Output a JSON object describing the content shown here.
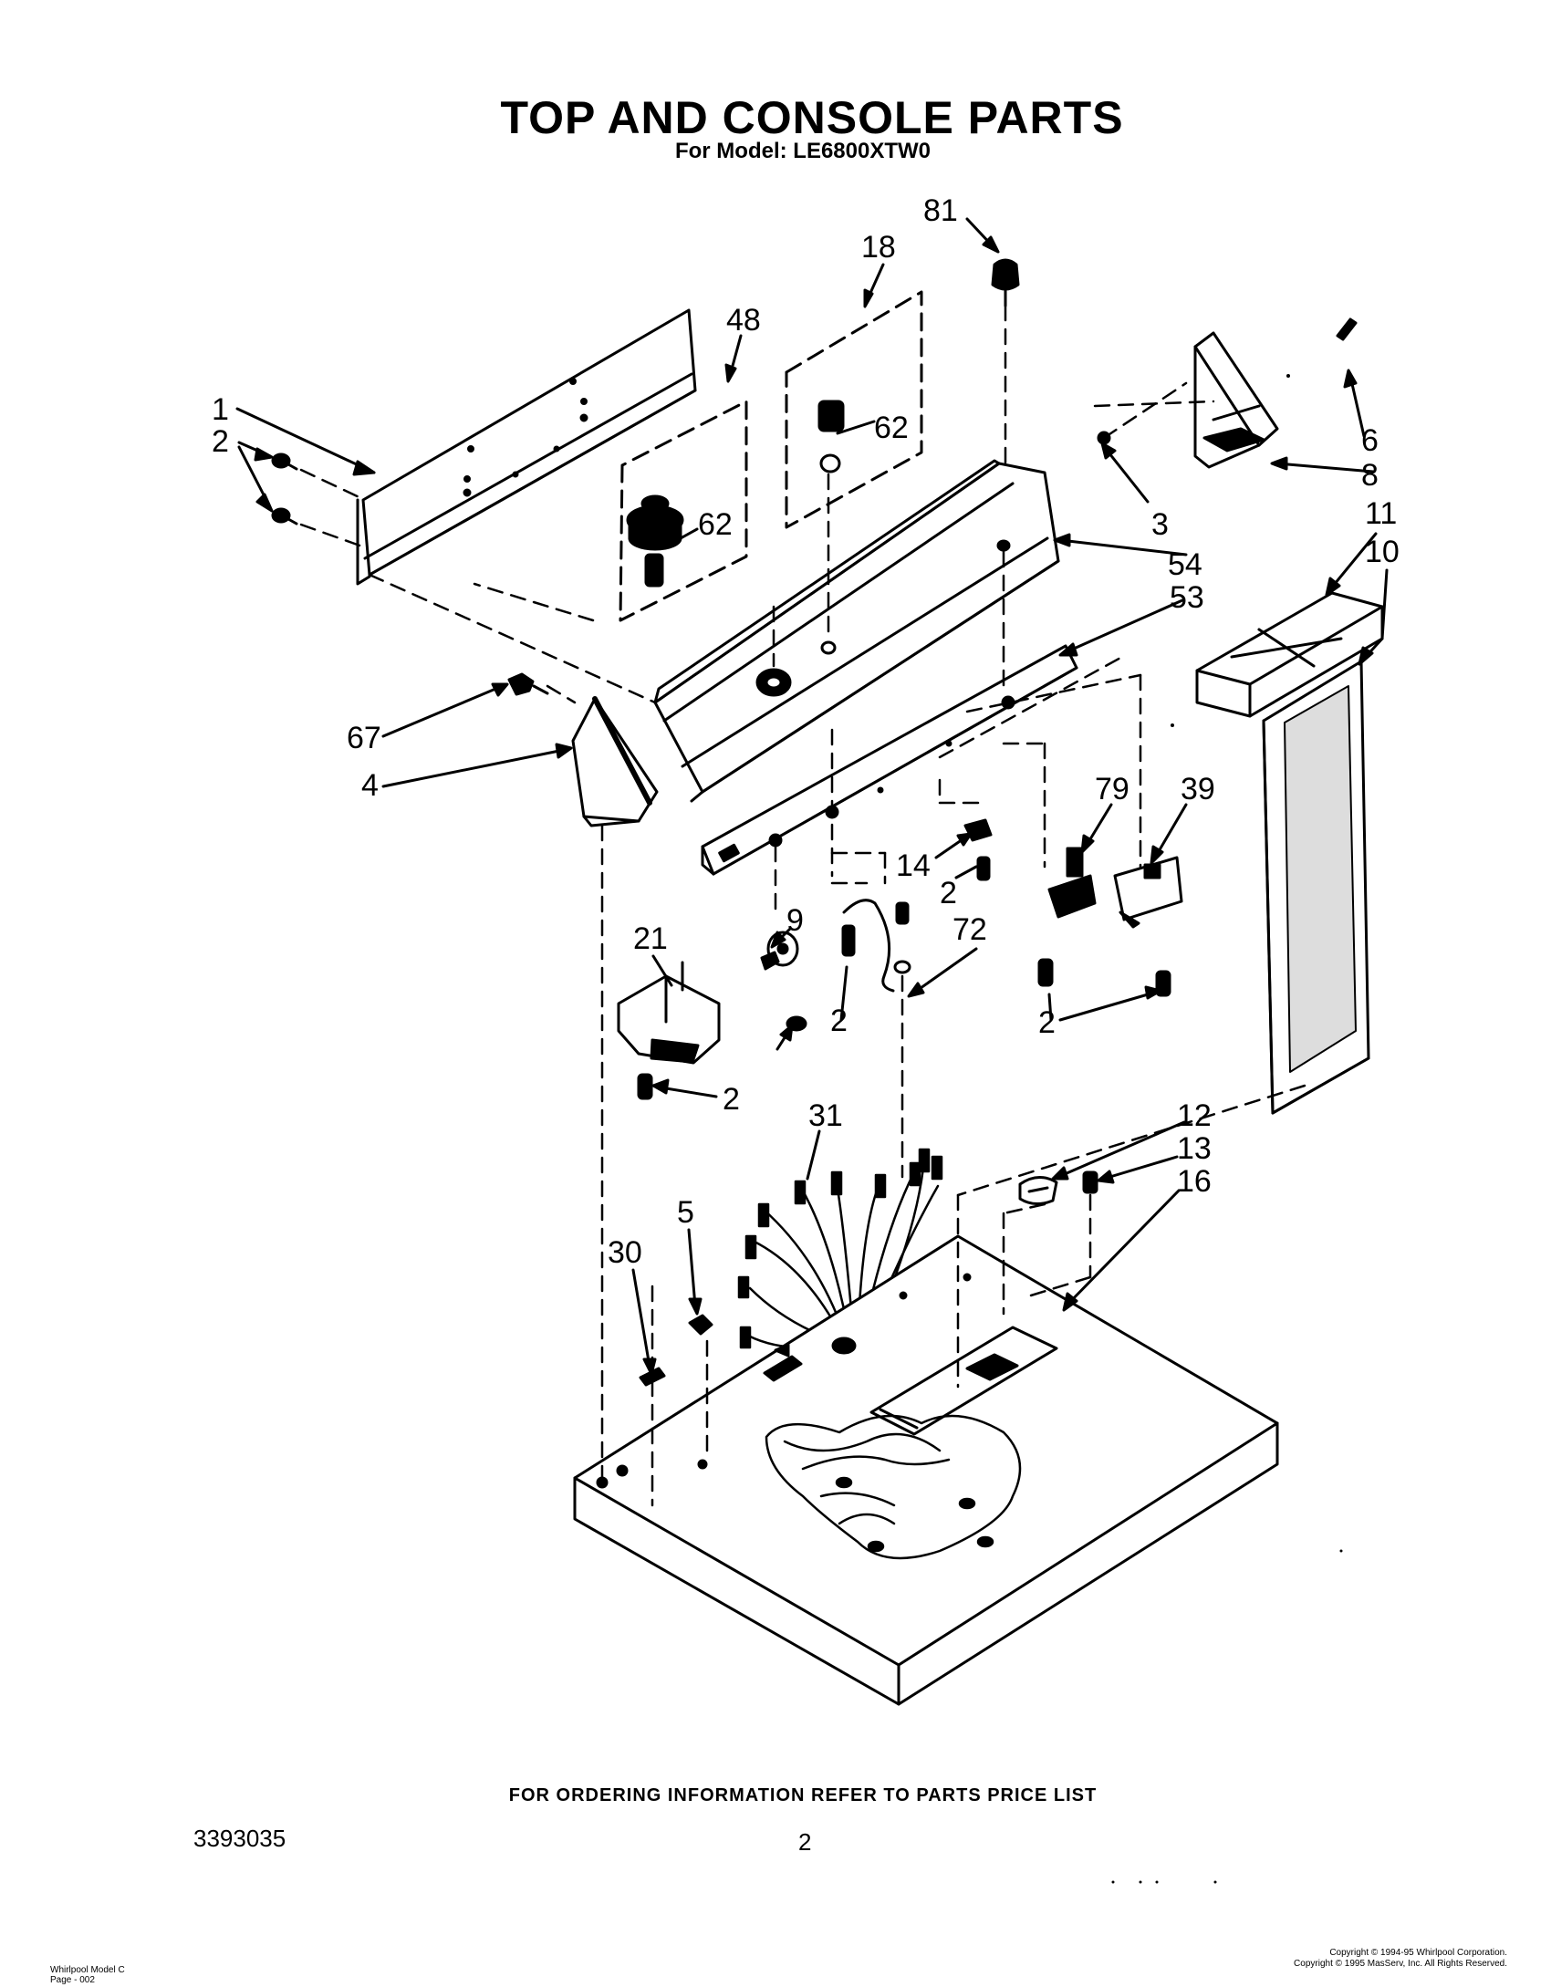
{
  "header": {
    "title": "TOP AND CONSOLE PARTS",
    "subtitle": "For Model: LE6800XTW0"
  },
  "callouts": {
    "c1": "1",
    "c2a": "2",
    "c48": "48",
    "c18": "18",
    "c81": "81",
    "c62a": "62",
    "c62b": "62",
    "c6": "6",
    "c8": "8",
    "c3": "3",
    "c54": "54",
    "c53": "53",
    "c11": "11",
    "c10": "10",
    "c67": "67",
    "c4": "4",
    "c79": "79",
    "c39": "39",
    "c14": "14",
    "c2b": "2",
    "c72": "72",
    "c21": "21",
    "c9": "9",
    "c2c": "2",
    "c2d": "2",
    "c2e": "2",
    "c31": "31",
    "c12": "12",
    "c13": "13",
    "c16": "16",
    "c5": "5",
    "c30": "30"
  },
  "footer": {
    "ordering_note": "FOR ORDERING INFORMATION REFER TO PARTS PRICE LIST",
    "doc_number": "3393035",
    "page_number": "2",
    "left_line1": "Whirlpool Model C",
    "left_line2": "Page - 002",
    "copyright1": "Copyright © 1994-95 Whirlpool Corporation.",
    "copyright2": "Copyright © 1995 MasServ, Inc.  All Rights Reserved."
  }
}
